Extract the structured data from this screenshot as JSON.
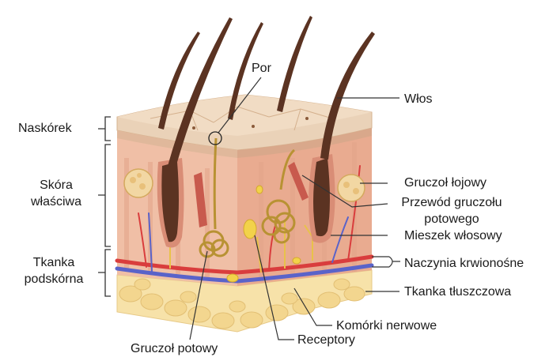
{
  "diagram": {
    "labels": {
      "left": {
        "epidermis": "Naskórek",
        "dermis_line1": "Skóra",
        "dermis_line2": "właściwa",
        "hypodermis_line1": "Tkanka",
        "hypodermis_line2": "podskórna"
      },
      "top": {
        "pore": "Por"
      },
      "right": {
        "hair": "Włos",
        "sebaceous_gland": "Gruczoł łojowy",
        "sweat_duct_line1": "Przewód gruczołu",
        "sweat_duct_line2": "potowego",
        "hair_follicle": "Mieszek włosowy",
        "blood_vessels": "Naczynia krwionośne",
        "adipose_tissue": "Tkanka tłuszczowa"
      },
      "bottom": {
        "nerve_cells": "Komórki nerwowe",
        "receptors": "Receptory",
        "sweat_gland": "Gruczoł potowy"
      }
    },
    "colors": {
      "epidermis_top": "#ead2b8",
      "dermis": "#f0bfa6",
      "dermis_side": "#e9ab90",
      "fat": "#f7e2a9",
      "hair": "#5b3322",
      "gland_yellow": "#e8c24a",
      "artery": "#d93d3d",
      "vein": "#5a63c9",
      "leader_line": "#333333"
    }
  }
}
